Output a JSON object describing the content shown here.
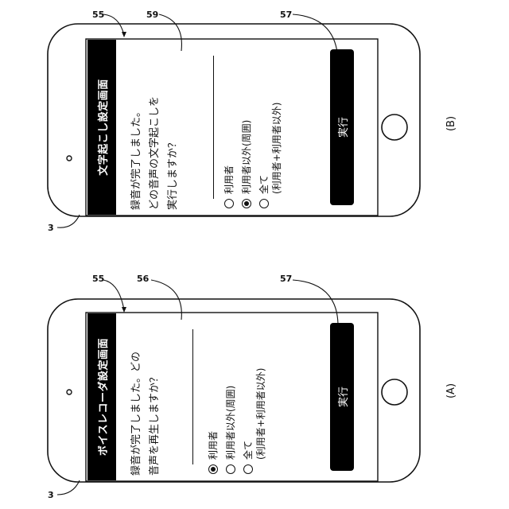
{
  "panel_a": {
    "caption": "(A)",
    "title": "ボイスレコーダ設定画面",
    "question_lines": [
      "録音が完了しました。どの",
      "音声を再生しますか？"
    ],
    "options": [
      {
        "lines": [
          "利用者"
        ],
        "selected": true
      },
      {
        "lines": [
          "利用者以外(周囲)"
        ],
        "selected": false
      },
      {
        "lines": [
          "全て",
          "(利用者+利用者以外)"
        ],
        "selected": false
      }
    ],
    "execute_label": "実行",
    "refs": {
      "device": "3",
      "title_bar": "55",
      "question": "56",
      "button": "57"
    }
  },
  "panel_b": {
    "caption": "(B)",
    "title": "文字起こし設定画面",
    "question_lines": [
      "録音が完了しました。",
      "どの音声の文字起こしを",
      "実行しますか？"
    ],
    "options": [
      {
        "lines": [
          "利用者"
        ],
        "selected": false
      },
      {
        "lines": [
          "利用者以外(周囲)"
        ],
        "selected": true
      },
      {
        "lines": [
          "全て",
          "(利用者+利用者以外)"
        ],
        "selected": false
      }
    ],
    "execute_label": "実行",
    "refs": {
      "device": "3",
      "title_bar": "55",
      "question": "59",
      "button": "57"
    }
  }
}
